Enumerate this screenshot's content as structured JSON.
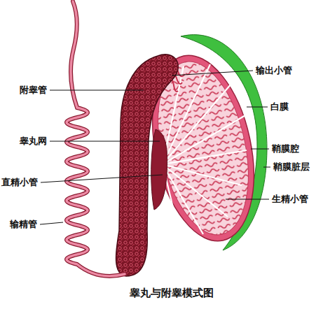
{
  "diagram": {
    "caption": "睾丸与附睾模式图",
    "labels": [
      "附睾管",
      "睾丸网",
      "直精小管",
      "输精管",
      "输出小管",
      "白膜",
      "鞘膜腔",
      "鞘膜脏层",
      "生精小管"
    ]
  }
}
